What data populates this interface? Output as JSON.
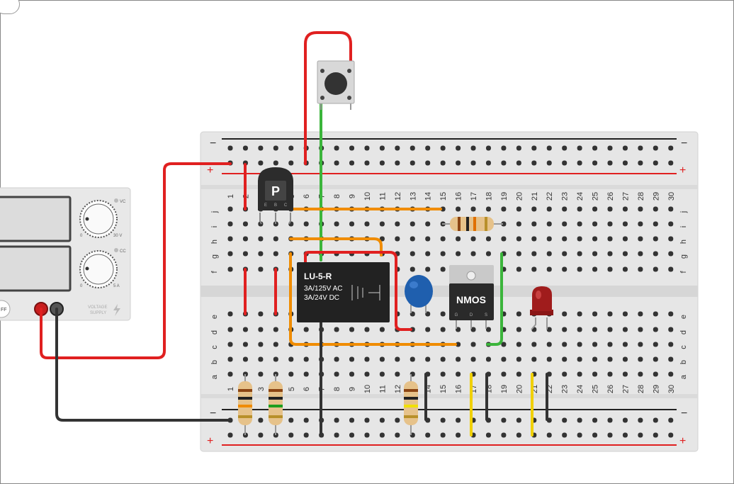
{
  "breadboard": {
    "top_rail_minus": "−",
    "top_rail_plus": "+",
    "bottom_rail_minus": "−",
    "bottom_rail_plus": "+",
    "columns": [
      "1",
      "2",
      "3",
      "4",
      "5",
      "6",
      "7",
      "8",
      "9",
      "10",
      "11",
      "12",
      "13",
      "14",
      "15",
      "16",
      "17",
      "18",
      "19",
      "20",
      "21",
      "22",
      "23",
      "24",
      "25",
      "26",
      "27",
      "28",
      "29",
      "30"
    ],
    "rows_top": [
      "j",
      "i",
      "h",
      "g",
      "f"
    ],
    "rows_bottom": [
      "e",
      "d",
      "c",
      "b",
      "a"
    ]
  },
  "components": {
    "transistor_label": "P",
    "transistor_pins": [
      "E",
      "B",
      "C"
    ],
    "relay_title": "LU-5-R",
    "relay_line1": "3A/125V AC",
    "relay_line2": "3A/24V  DC",
    "mosfet_label": "NMOS",
    "mosfet_pins": [
      "G",
      "D",
      "S"
    ]
  },
  "power_supply": {
    "vc_label": "VC",
    "cc_label": "CC",
    "v_min": "0",
    "v_max": "30 V",
    "a_min": "0",
    "a_max": "5 A",
    "off_label": "FF",
    "brand_line1": "VOLTAGE",
    "brand_line2": "SUPPLY"
  },
  "colors": {
    "red_wire": "#e02020",
    "black_wire": "#333333",
    "green_wire": "#3bb53b",
    "orange_wire": "#f08c00",
    "yellow_wire": "#f0d000",
    "board": "#e6e6e6"
  }
}
